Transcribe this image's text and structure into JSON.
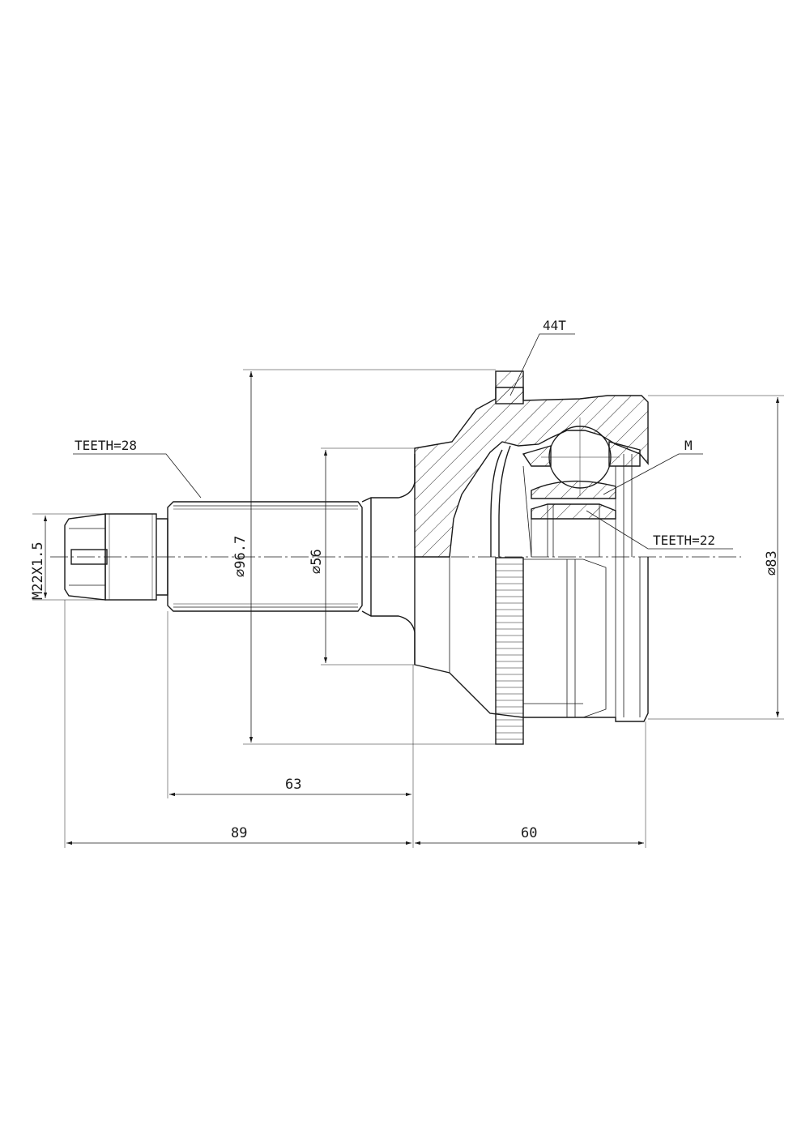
{
  "labels": {
    "teeth_splines": "TEETH=28",
    "teeth_inner": "TEETH=22",
    "abs_ring": "44T",
    "mark": "M",
    "thread": "M22X1.5"
  },
  "dimensions": {
    "dia_outer_large": "⌀96.7",
    "dia_bell_step": "⌀56",
    "dia_housing": "⌀83",
    "length_shaft": "63",
    "length_total_left": "89",
    "length_housing": "60"
  }
}
